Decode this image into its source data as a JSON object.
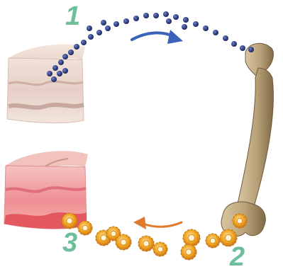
{
  "steps": [
    {
      "number": "1"
    },
    {
      "number": "2"
    },
    {
      "number": "3"
    }
  ],
  "colors": {
    "step_number": "#6dbf9a",
    "particle": "#2a3a78",
    "cycle_arrow": "#3a62b8",
    "return_arrow": "#e07a2e",
    "bone": "#b8a178",
    "bone_shade": "#7e6a46",
    "skin_healthy": "#f0ddd4",
    "skin_inflamed": "#ef8e94",
    "cell": "#f0a31e"
  },
  "icons": {
    "healthy_skin": "skin-cross-section-icon",
    "inflamed_skin": "inflamed-skin-cross-section-icon",
    "bone": "femur-bone-icon",
    "particles": "particle-dot-icon",
    "cells": "immune-cell-icon"
  }
}
